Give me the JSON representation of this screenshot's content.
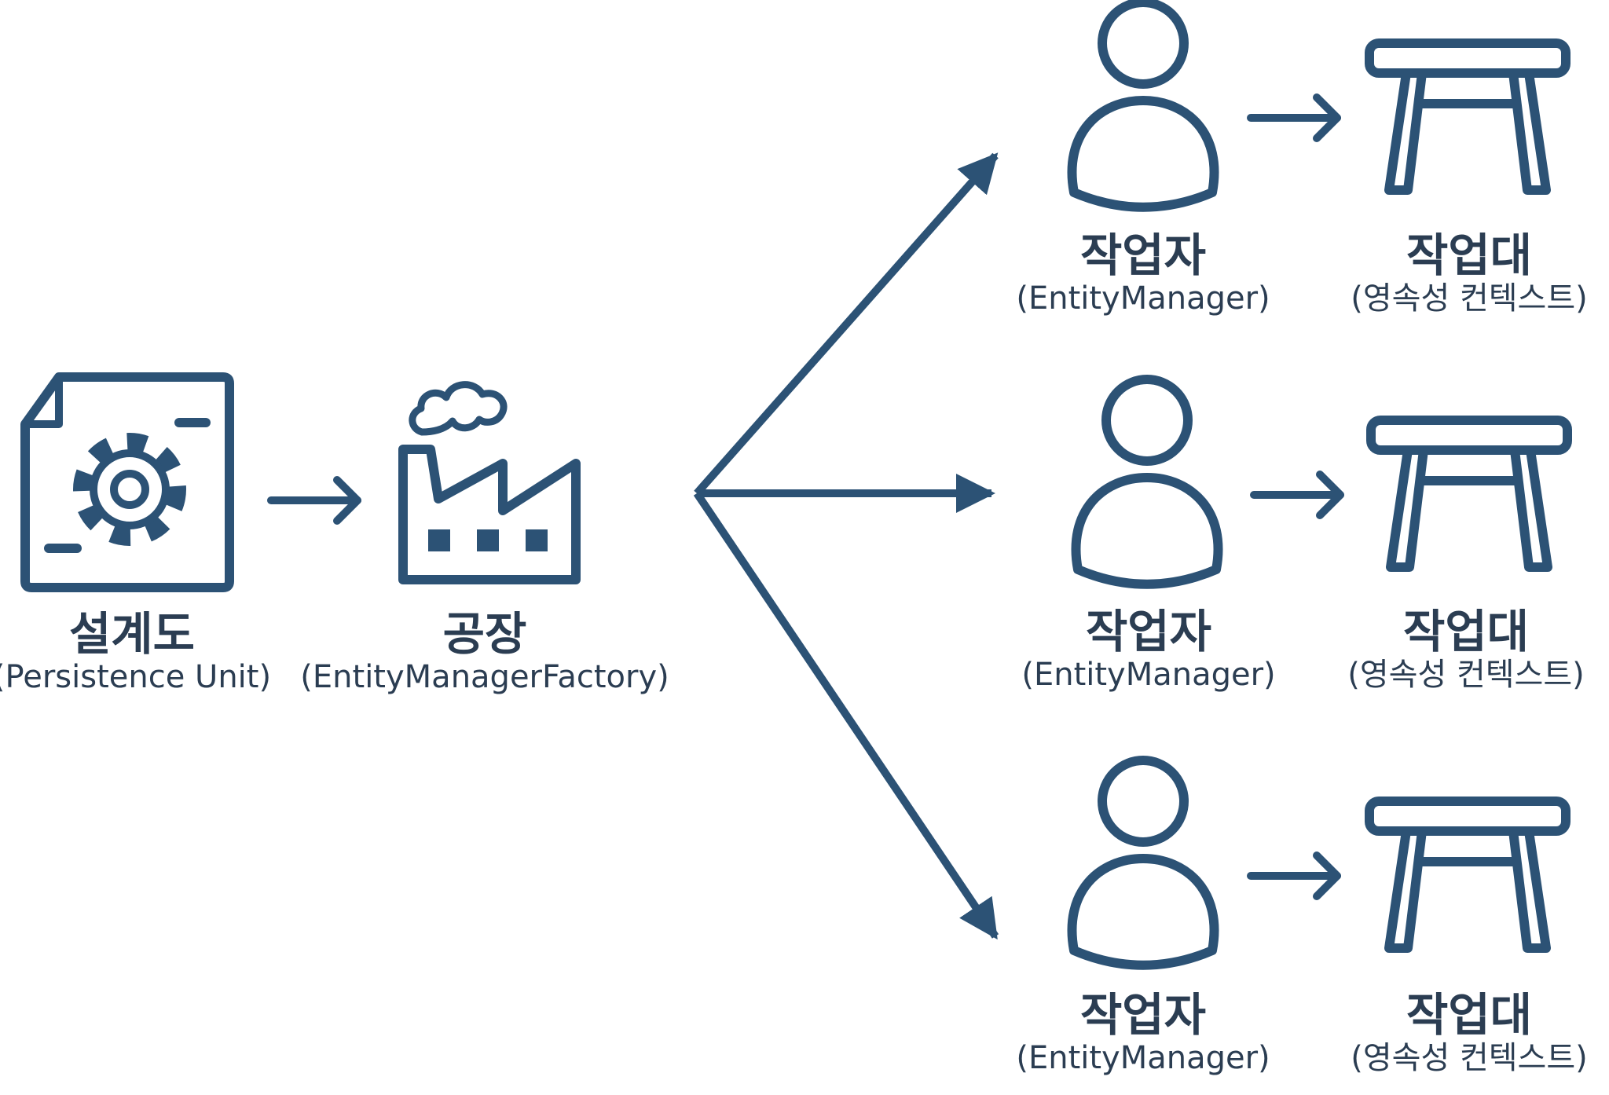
{
  "colors": {
    "stroke": "#2c5275",
    "text": "#2b3d52",
    "background": "#ffffff"
  },
  "blueprint": {
    "icon": "blueprint-gear-document-icon",
    "title": "설계도",
    "subtitle": "(Persistence Unit)"
  },
  "factory": {
    "icon": "factory-icon",
    "title": "공장",
    "subtitle": "(EntityManagerFactory)"
  },
  "workers": [
    {
      "worker": {
        "icon": "person-icon",
        "title": "작업자",
        "subtitle": "(EntityManager)"
      },
      "workbench": {
        "icon": "table-icon",
        "title": "작업대",
        "subtitle": "(영속성 컨텍스트)"
      }
    },
    {
      "worker": {
        "icon": "person-icon",
        "title": "작업자",
        "subtitle": "(EntityManager)"
      },
      "workbench": {
        "icon": "table-icon",
        "title": "작업대",
        "subtitle": "(영속성 컨텍스트)"
      }
    },
    {
      "worker": {
        "icon": "person-icon",
        "title": "작업자",
        "subtitle": "(EntityManager)"
      },
      "workbench": {
        "icon": "table-icon",
        "title": "작업대",
        "subtitle": "(영속성 컨텍스트)"
      }
    }
  ]
}
